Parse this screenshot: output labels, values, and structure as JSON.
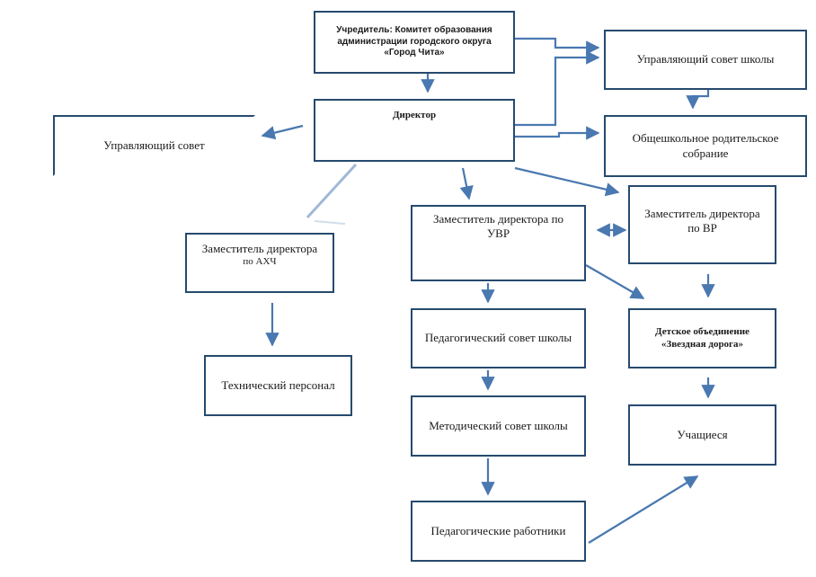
{
  "colors": {
    "box_border": "#264a6e",
    "arrow": "#4a78b0"
  },
  "boxes": {
    "founder": {
      "line1": "Учредитель: Комитет образования",
      "line2": "администрации городского округа",
      "line3": "«Город Чита»"
    },
    "director": {
      "label": "Директор"
    },
    "managing_council_school": {
      "label": "Управляющий совет школы"
    },
    "parents_meeting": {
      "line1": "Общешкольное родительское",
      "line2": "собрание"
    },
    "managing_council": {
      "label": "Управляющий совет"
    },
    "deputy_uvr": {
      "line1": "Заместитель директора по",
      "line2": "УВР"
    },
    "deputy_vr": {
      "line1": "Заместитель директора",
      "line2": "по ВР"
    },
    "deputy_ahch": {
      "line1": "Заместитель директора",
      "line2": "по АХЧ"
    },
    "ped_council": {
      "label": "Педагогический совет школы"
    },
    "children_assoc": {
      "line1": "Детское объединение",
      "line2": "«Звездная дорога»"
    },
    "tech_staff": {
      "label": "Технический персонал"
    },
    "method_council": {
      "label": "Методический совет школы"
    },
    "students": {
      "label": "Учащиеся"
    },
    "ped_workers": {
      "label": "Педагогические работники"
    }
  }
}
